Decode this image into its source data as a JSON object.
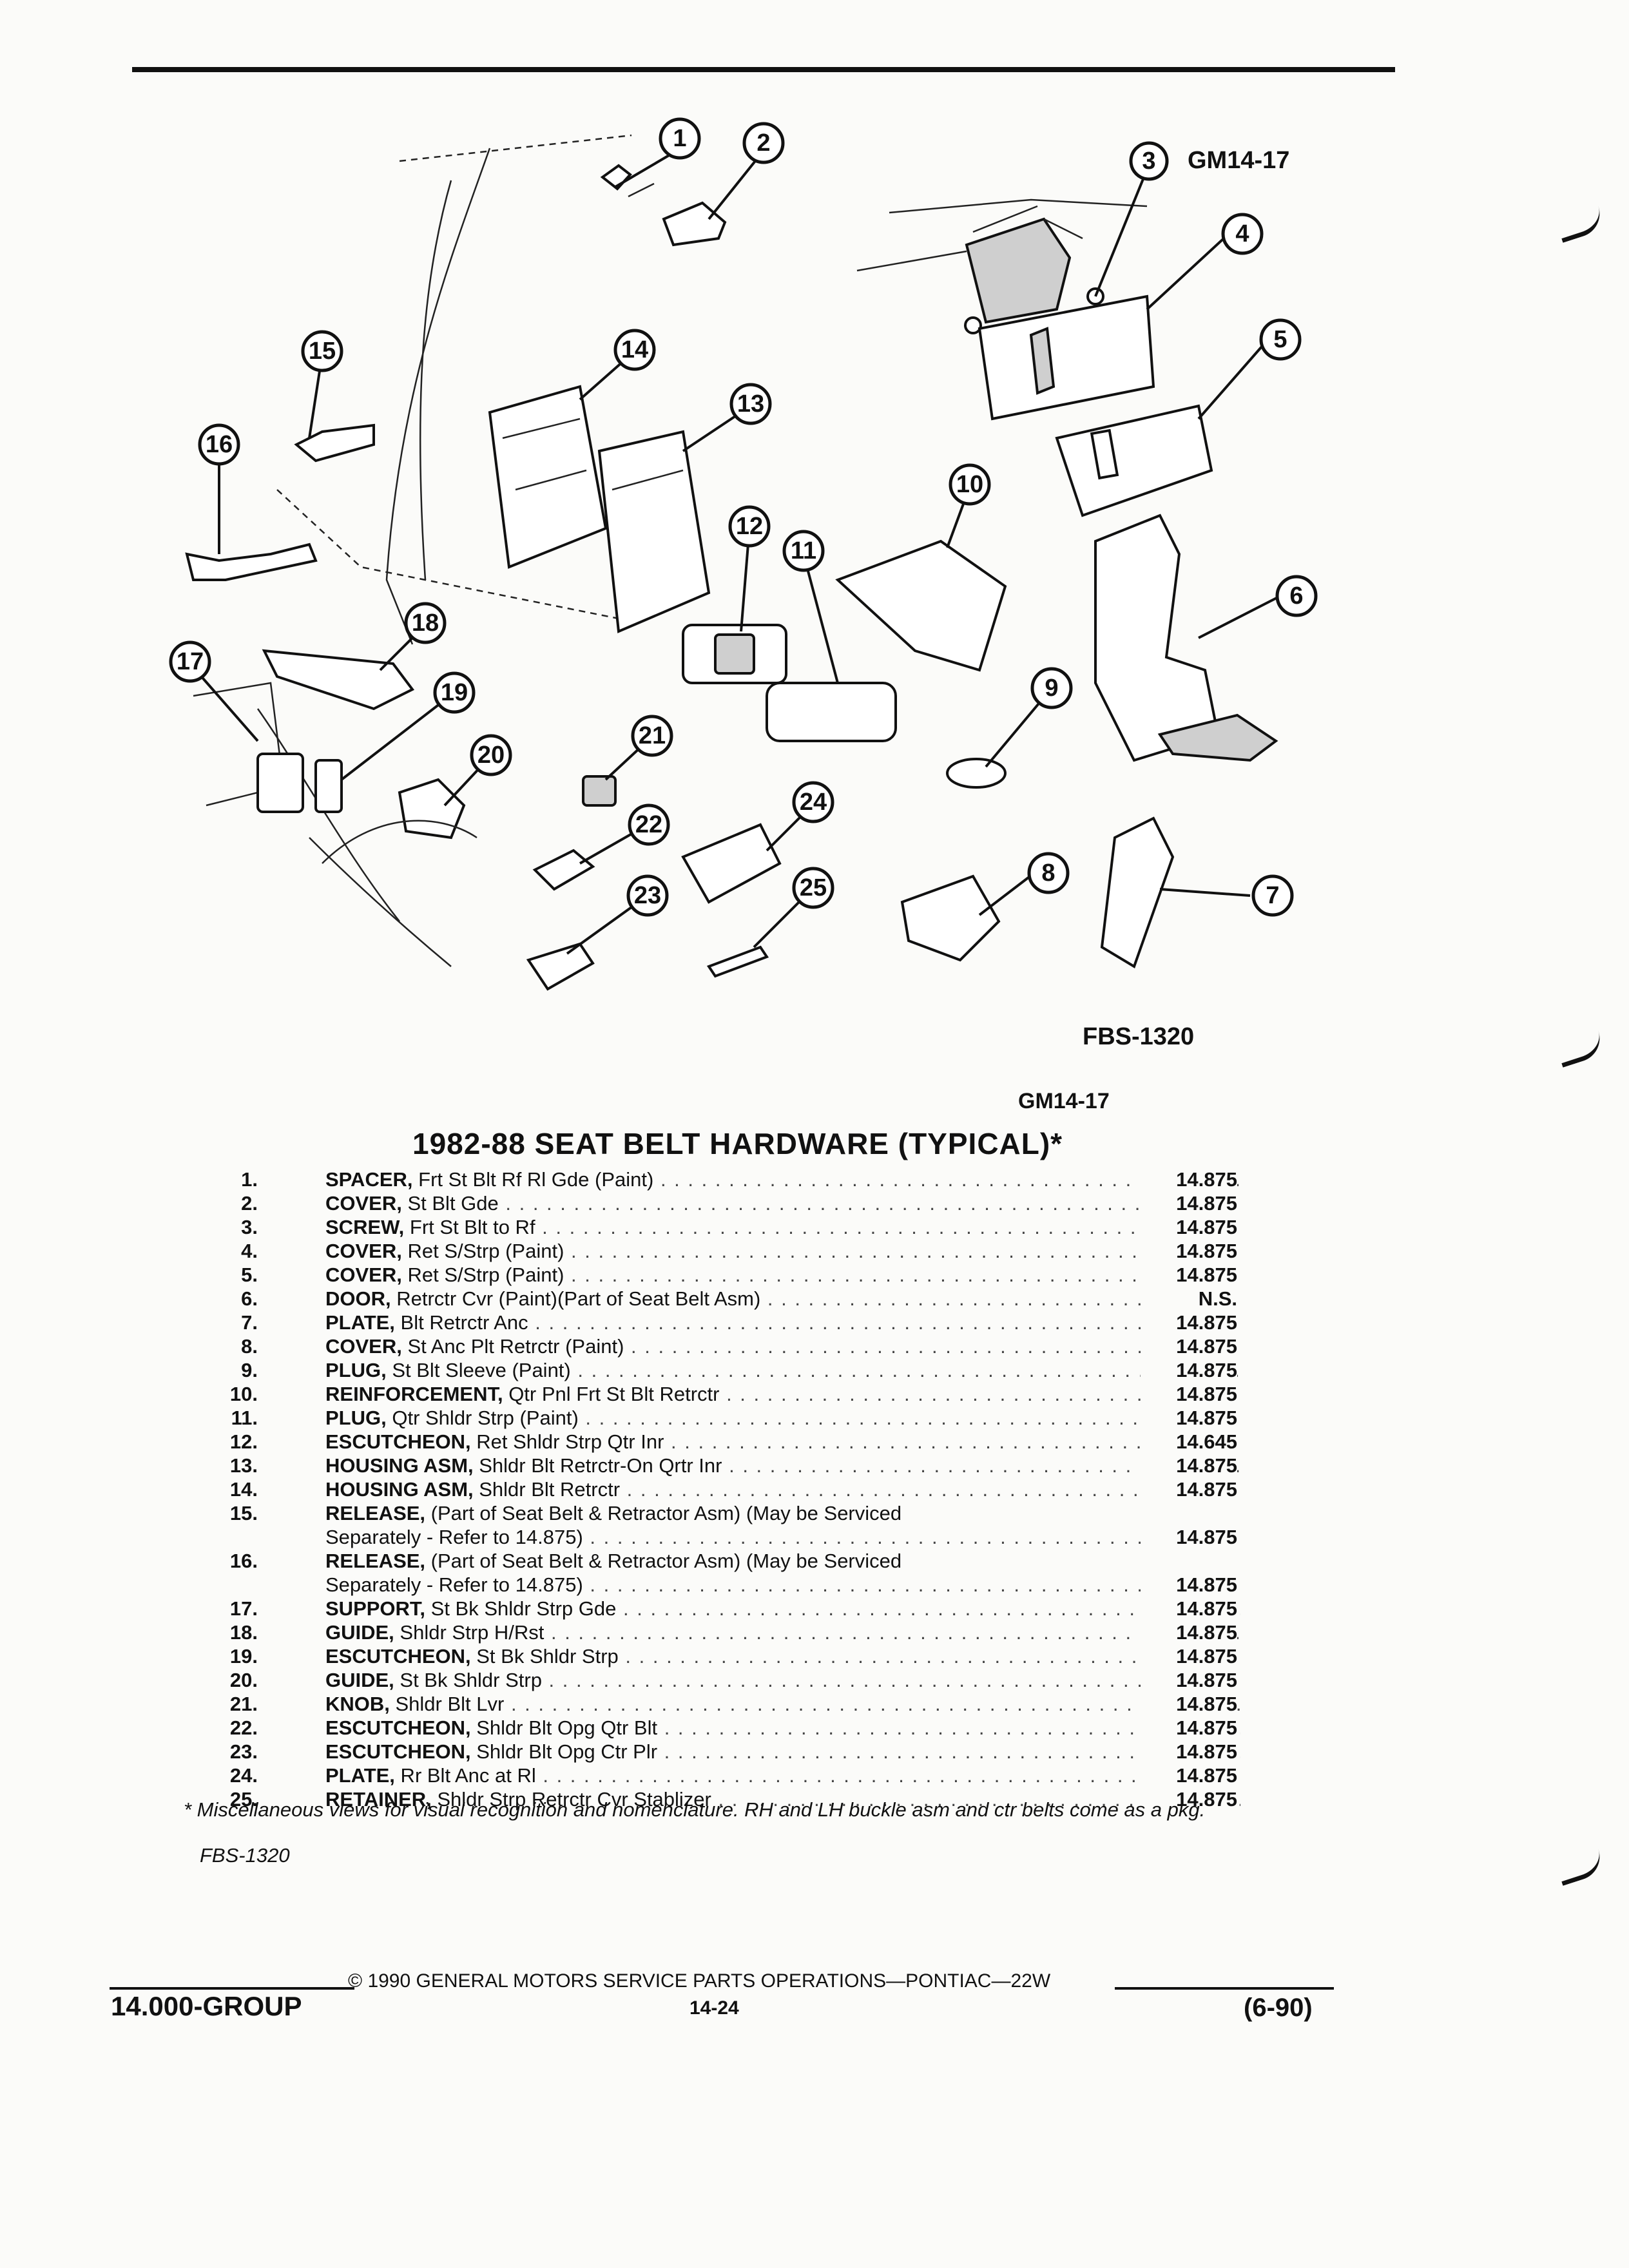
{
  "diagram": {
    "top_code": "GM14-17",
    "bottom_code": "FBS-1320",
    "callouts": [
      "1",
      "2",
      "3",
      "4",
      "5",
      "6",
      "7",
      "8",
      "9",
      "10",
      "11",
      "12",
      "13",
      "14",
      "15",
      "16",
      "17",
      "18",
      "19",
      "20",
      "21",
      "22",
      "23",
      "24",
      "25"
    ]
  },
  "header": {
    "code": "GM14-17",
    "title": "1982-88 SEAT BELT HARDWARE (TYPICAL)*"
  },
  "parts": [
    {
      "num": "1.",
      "name": "SPACER,",
      "desc": " Frt St Blt Rf Rl Gde (Paint)",
      "ref": "14.875"
    },
    {
      "num": "2.",
      "name": "COVER,",
      "desc": " St Blt Gde",
      "ref": "14.875"
    },
    {
      "num": "3.",
      "name": "SCREW,",
      "desc": " Frt St Blt to Rf",
      "ref": "14.875"
    },
    {
      "num": "4.",
      "name": "COVER,",
      "desc": " Ret S/Strp (Paint)",
      "ref": "14.875"
    },
    {
      "num": "5.",
      "name": "COVER,",
      "desc": " Ret S/Strp (Paint)",
      "ref": "14.875"
    },
    {
      "num": "6.",
      "name": "DOOR,",
      "desc": " Retrctr Cvr (Paint)(Part of Seat Belt Asm)",
      "ref": "N.S."
    },
    {
      "num": "7.",
      "name": "PLATE,",
      "desc": " Blt Retrctr Anc",
      "ref": "14.875"
    },
    {
      "num": "8.",
      "name": "COVER,",
      "desc": " St Anc Plt Retrctr (Paint)",
      "ref": "14.875"
    },
    {
      "num": "9.",
      "name": "PLUG,",
      "desc": " St Blt Sleeve (Paint)",
      "ref": "14.875"
    },
    {
      "num": "10.",
      "name": "REINFORCEMENT,",
      "desc": " Qtr Pnl Frt St Blt Retrctr",
      "ref": "14.875"
    },
    {
      "num": "11.",
      "name": "PLUG,",
      "desc": " Qtr Shldr Strp (Paint)",
      "ref": "14.875"
    },
    {
      "num": "12.",
      "name": "ESCUTCHEON,",
      "desc": " Ret Shldr Strp Qtr Inr",
      "ref": "14.645"
    },
    {
      "num": "13.",
      "name": "HOUSING ASM,",
      "desc": " Shldr Blt Retrctr-On Qrtr Inr",
      "ref": "14.875"
    },
    {
      "num": "14.",
      "name": "HOUSING ASM,",
      "desc": " Shldr Blt Retrctr",
      "ref": "14.875"
    },
    {
      "num": "15.",
      "name": "RELEASE,",
      "desc": " (Part of Seat Belt & Retractor Asm) (May be Serviced",
      "desc2": "Separately - Refer to 14.875)",
      "ref": "14.875"
    },
    {
      "num": "16.",
      "name": "RELEASE,",
      "desc": " (Part of Seat Belt & Retractor Asm) (May be Serviced",
      "desc2": "Separately - Refer to 14.875)",
      "ref": "14.875"
    },
    {
      "num": "17.",
      "name": "SUPPORT,",
      "desc": " St Bk Shldr Strp Gde",
      "ref": "14.875"
    },
    {
      "num": "18.",
      "name": "GUIDE,",
      "desc": " Shldr Strp H/Rst",
      "ref": "14.875"
    },
    {
      "num": "19.",
      "name": "ESCUTCHEON,",
      "desc": " St Bk Shldr Strp",
      "ref": "14.875"
    },
    {
      "num": "20.",
      "name": "GUIDE,",
      "desc": " St Bk Shldr Strp",
      "ref": "14.875"
    },
    {
      "num": "21.",
      "name": "KNOB,",
      "desc": " Shldr Blt Lvr",
      "ref": "14.875"
    },
    {
      "num": "22.",
      "name": "ESCUTCHEON,",
      "desc": " Shldr Blt Opg Qtr Blt",
      "ref": "14.875"
    },
    {
      "num": "23.",
      "name": "ESCUTCHEON,",
      "desc": " Shldr Blt Opg Ctr Plr",
      "ref": "14.875"
    },
    {
      "num": "24.",
      "name": "PLATE,",
      "desc": " Rr Blt Anc at Rl",
      "ref": "14.875"
    },
    {
      "num": "25.",
      "name": "RETAINER,",
      "desc": " Shldr Strp Retrctr Cvr Stablizer",
      "ref": "14.875"
    }
  ],
  "note": "* Miscellaneous views for visual recognition and nomenclature. RH and LH buckle asm and ctr belts come as a pkg.",
  "note_code": "FBS-1320",
  "footer": {
    "group": "14.000-GROUP",
    "copyright": "© 1990 GENERAL MOTORS SERVICE PARTS OPERATIONS—PONTIAC—22W",
    "page": "14-24",
    "date": "(6-90)"
  }
}
